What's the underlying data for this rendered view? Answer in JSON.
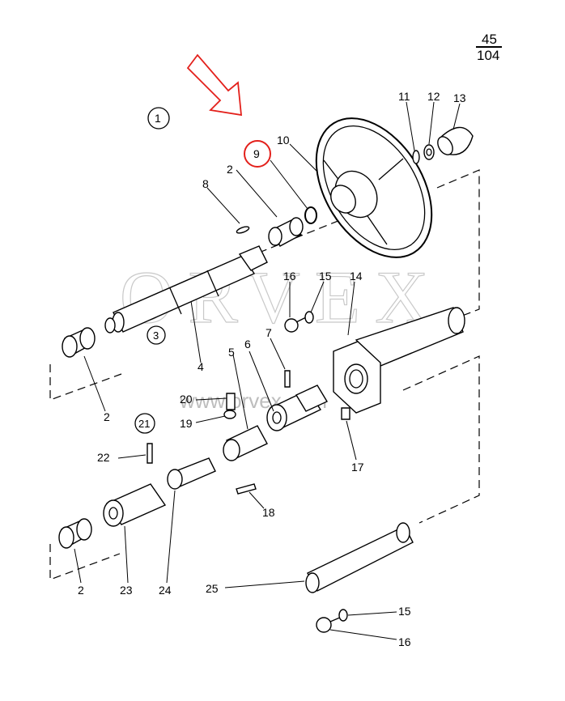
{
  "page_ref": {
    "top": "45",
    "bottom": "104"
  },
  "group_labels": {
    "g1": "1",
    "g9": "9",
    "g21": "21",
    "g3": "3"
  },
  "watermark": {
    "main": "ORVEX",
    "url": "www.orvex.com"
  },
  "colors": {
    "ink": "#000000",
    "highlight": "#e3201b",
    "watermark": "#c9c9c9"
  },
  "labels": {
    "l2a": "2",
    "l8": "8",
    "l10": "10",
    "l11": "11",
    "l12": "12",
    "l13": "13",
    "l16a": "16",
    "l15a": "15",
    "l14": "14",
    "l4": "4",
    "l2b": "2",
    "l7": "7",
    "l6": "6",
    "l5": "5",
    "l20": "20",
    "l19": "19",
    "l17": "17",
    "l22": "22",
    "l18": "18",
    "l2c": "2",
    "l23": "23",
    "l24": "24",
    "l25": "25",
    "l15b": "15",
    "l16b": "16"
  }
}
